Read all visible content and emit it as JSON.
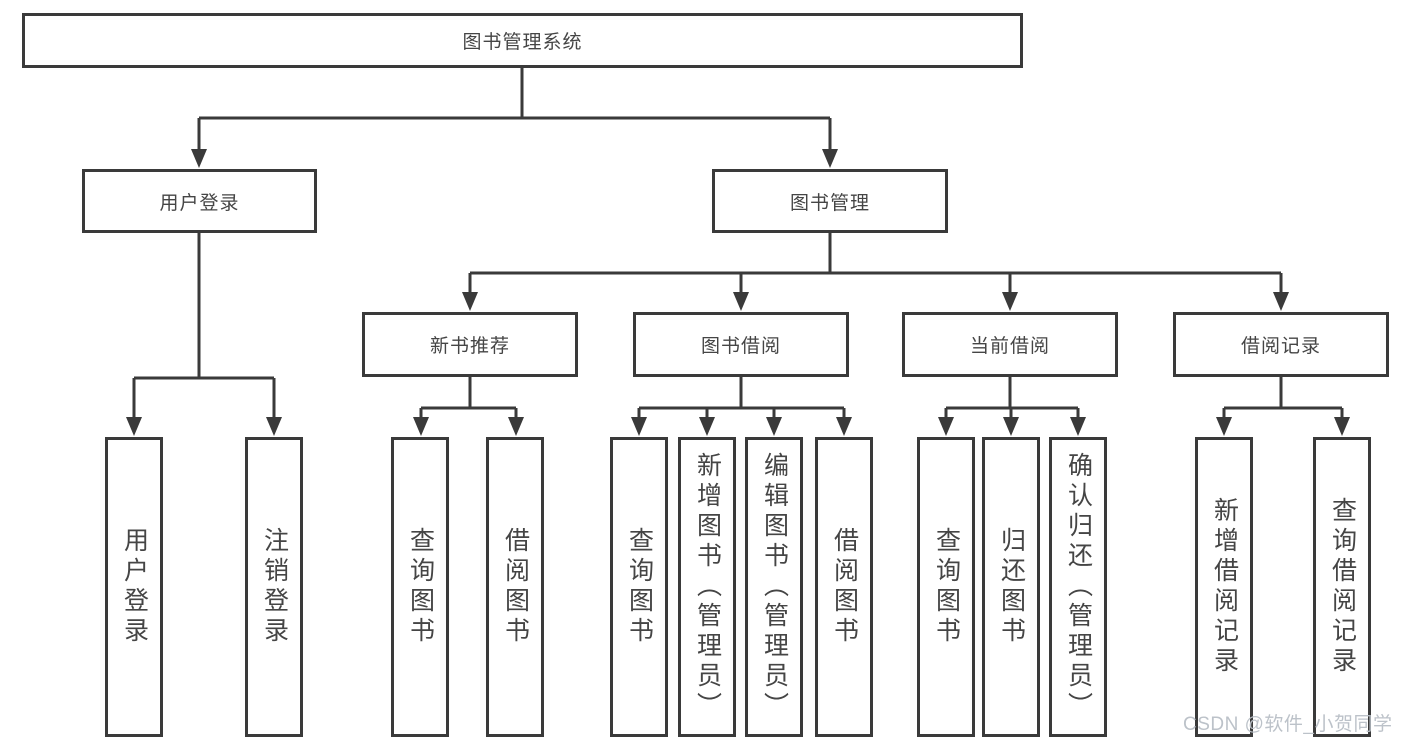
{
  "colors": {
    "line": "#3a3a3a",
    "box_border": "#3a3a3a",
    "box_background": "#ffffff",
    "text": "#454545",
    "watermark": "#b8bfc6",
    "page_background": "#ffffff"
  },
  "watermark": {
    "text": "CSDN @软件_小贺同学"
  },
  "tree": {
    "label": "图书管理系统",
    "children": [
      {
        "label": "用户登录",
        "children": [
          {
            "label": "用户登录"
          },
          {
            "label": "注销登录"
          }
        ]
      },
      {
        "label": "图书管理",
        "children": [
          {
            "label": "新书推荐",
            "children": [
              {
                "label": "查询图书"
              },
              {
                "label": "借阅图书"
              }
            ]
          },
          {
            "label": "图书借阅",
            "children": [
              {
                "label": "查询图书"
              },
              {
                "label": "新增图书（管理员）"
              },
              {
                "label": "编辑图书（管理员）"
              },
              {
                "label": "借阅图书"
              }
            ]
          },
          {
            "label": "当前借阅",
            "children": [
              {
                "label": "查询图书"
              },
              {
                "label": "归还图书"
              },
              {
                "label": "确认归还（管理员）"
              }
            ]
          },
          {
            "label": "借阅记录",
            "children": [
              {
                "label": "新增借阅记录"
              },
              {
                "label": "查询借阅记录"
              }
            ]
          }
        ]
      }
    ]
  }
}
